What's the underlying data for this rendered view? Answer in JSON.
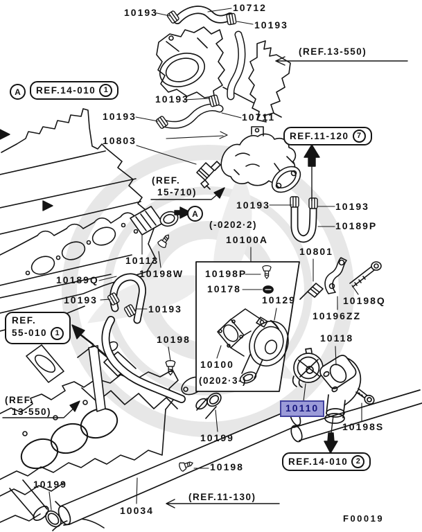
{
  "figure": {
    "code": "F00019"
  },
  "selection": {
    "selected_part": "10110",
    "highlight_bg": "#9b9bd8",
    "highlight_border": "#42429e",
    "highlight_text": "#15157d"
  },
  "anchors": {
    "view_marker": "A"
  },
  "labels": [
    {
      "text": "10193"
    },
    {
      "text": "10712"
    },
    {
      "text": "10193"
    },
    {
      "text": "10193"
    },
    {
      "text": "10711"
    },
    {
      "text": "10193"
    },
    {
      "text": "10803"
    },
    {
      "text": "10193"
    },
    {
      "text": "10193"
    },
    {
      "text": "10189P"
    },
    {
      "text": "10100A"
    },
    {
      "text": "10801"
    },
    {
      "text": "10113"
    },
    {
      "text": "10198W"
    },
    {
      "text": "10189Q"
    },
    {
      "text": "10193"
    },
    {
      "text": "10193"
    },
    {
      "text": "10198P"
    },
    {
      "text": "10178"
    },
    {
      "text": "10129"
    },
    {
      "text": "10198Q"
    },
    {
      "text": "10196ZZ"
    },
    {
      "text": "10118"
    },
    {
      "text": "10198"
    },
    {
      "text": "10100"
    },
    {
      "text": "10198S"
    },
    {
      "text": "10199"
    },
    {
      "text": "10199"
    },
    {
      "text": "10198"
    },
    {
      "text": "10034"
    }
  ],
  "notes": [
    {
      "text": "(REF.13-550)"
    },
    {
      "line1": "(REF.",
      "line2": "15-710)"
    },
    {
      "text": "(-0202·2)"
    },
    {
      "text": "(0202·3-)"
    },
    {
      "line1": "(REF.",
      "line2": "13-550)"
    },
    {
      "text": "(REF.11-130)"
    }
  ],
  "ref_boxes": [
    {
      "text": "REF.14-010",
      "badge": "1"
    },
    {
      "text": "REF.11-120",
      "badge": "7"
    },
    {
      "line1": "REF.",
      "line2": "55-010",
      "badge": "1"
    },
    {
      "text": "REF.14-010",
      "badge": "2"
    }
  ]
}
